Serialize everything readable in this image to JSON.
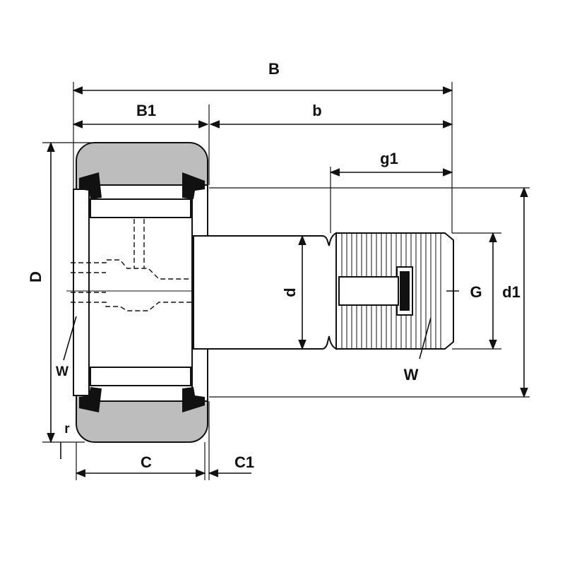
{
  "diagram": {
    "labels": {
      "B": "B",
      "B1": "B1",
      "b": "b",
      "g1": "g1",
      "D": "D",
      "d": "d",
      "G": "G",
      "d1": "d1",
      "W_left": "W",
      "W_right": "W",
      "r": "r",
      "C": "C",
      "C1": "C1"
    }
  }
}
